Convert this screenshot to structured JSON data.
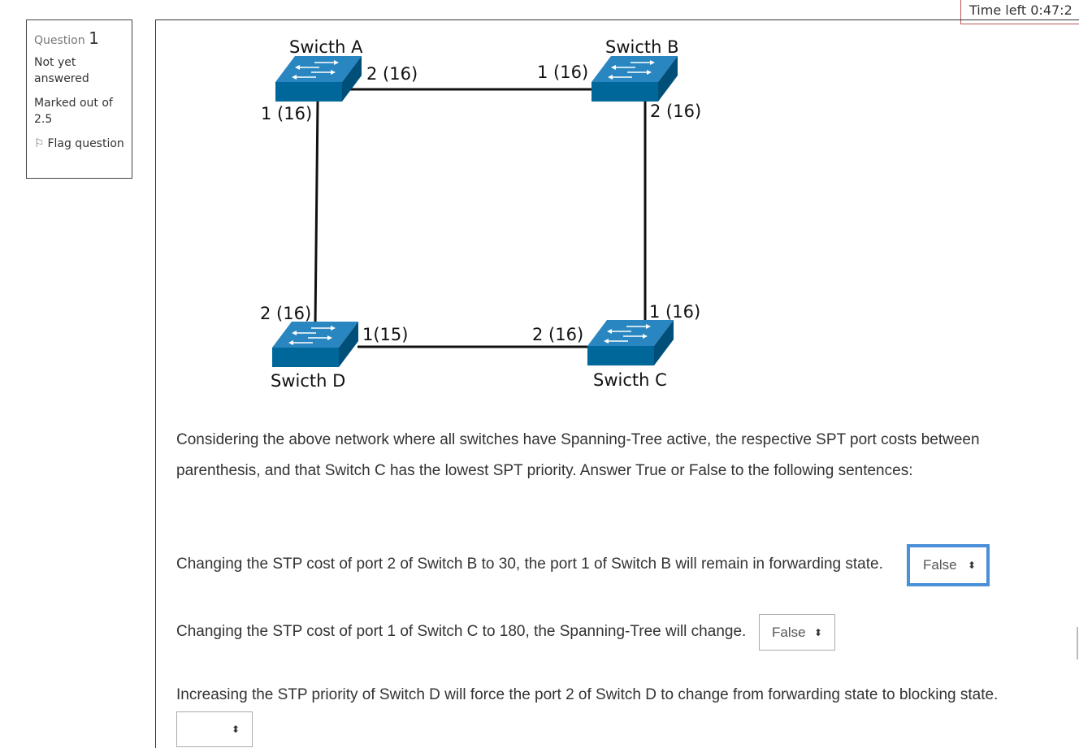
{
  "timer": {
    "label": "Time left 0:47:2"
  },
  "info": {
    "question_prefix": "Question",
    "question_number": "1",
    "state": "Not yet answered",
    "grade": "Marked out of 2.5",
    "flag_label": "Flag question",
    "flag_icon": "flag-icon"
  },
  "diagram": {
    "switches": {
      "a": "Swicth A",
      "b": "Swicth B",
      "c": "Swicth C",
      "d": "Swicth D"
    },
    "ports": {
      "a_right": "2 (16)",
      "a_bottom": "1 (16)",
      "b_left": "1 (16)",
      "b_bottom": "2 (16)",
      "d_top": "2 (16)",
      "d_right": "1(15)",
      "c_left": "2 (16)",
      "c_top": "1 (16)"
    },
    "icon": "network-switch-icon",
    "switch_color": "#00679a"
  },
  "question": {
    "text": "Considering the above network where all switches have Spanning-Tree active, the respective SPT port costs between parenthesis, and that Switch C has the lowest SPT priority. Answer True or False to the following sentences:",
    "items": [
      {
        "text": "Changing the STP cost of port 2 of Switch B to 30, the port 1 of Switch B will remain in forwarding state.",
        "selected": "False"
      },
      {
        "text": "Changing the STP cost of port 1 of Switch C to 180, the Spanning-Tree will change.",
        "selected": "False"
      },
      {
        "text": "Increasing the STP priority of Switch D will force the port 2 of Switch D to change from forwarding state to blocking state.",
        "selected": ""
      }
    ]
  },
  "colors": {
    "focus": "#4a90d9",
    "timer_border": "#bb5555"
  }
}
